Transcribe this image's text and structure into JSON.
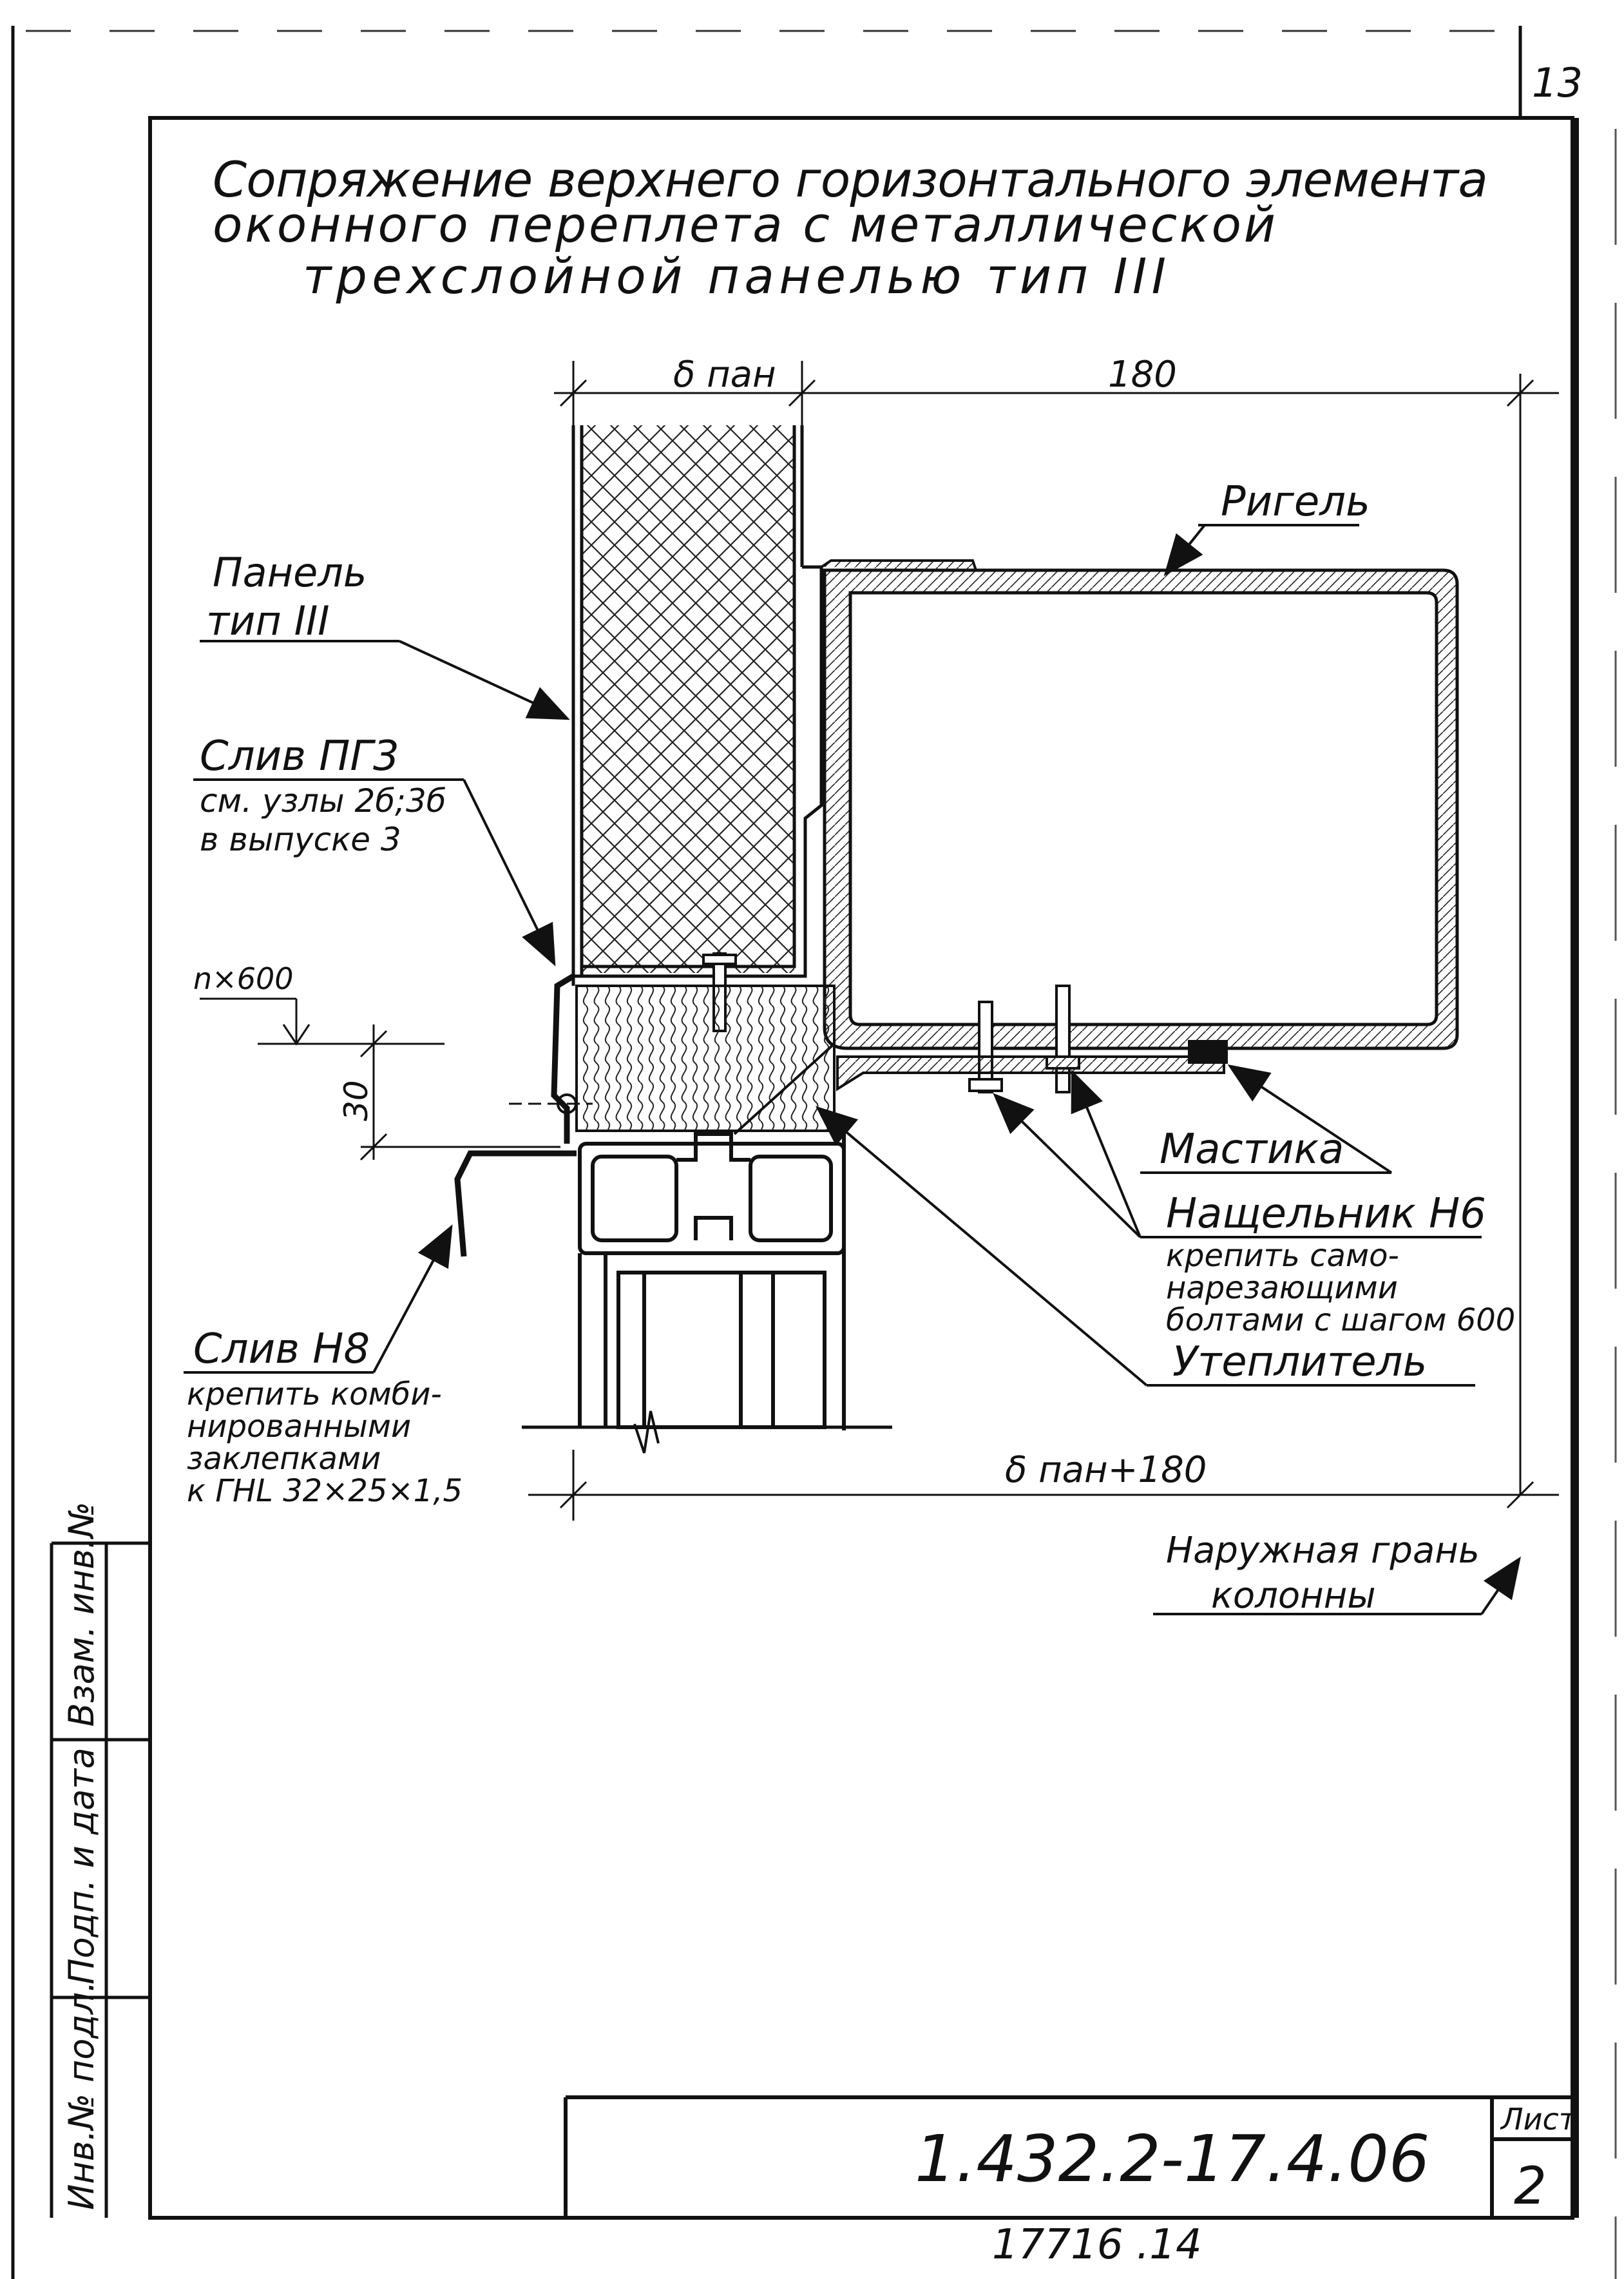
{
  "page": {
    "number": "13"
  },
  "title": {
    "line1": "Сопряжение верхнего горизонтального элемента",
    "line2": "оконного переплета с металлической",
    "line3": "трехслойной панелью тип III"
  },
  "dimensions": {
    "d_pan": "δ пан",
    "d_180": "180",
    "d_total": "δ пан+180",
    "d_30": "30",
    "n600": "n×600"
  },
  "labels": {
    "rigel": "Ригель",
    "panel_l1": "Панель",
    "panel_l2": "тип III",
    "sliv_pg3": "Слив ПГ3",
    "sliv_pg3_note1": "см. узлы 2б;3б",
    "sliv_pg3_note2": "в выпуске 3",
    "mastika": "Мастика",
    "nashchelnik": "Нащельник Н6",
    "nashchelnik_note1": "крепить само-",
    "nashchelnik_note2": "нарезающими",
    "nashchelnik_note3": "болтами с шагом 600",
    "uteplitel": "Утеплитель",
    "sliv_h8": "Слив Н8",
    "sliv_h8_note1": "крепить комби-",
    "sliv_h8_note2": "нированными",
    "sliv_h8_note3": "заклепками",
    "sliv_h8_note4": "к ГНL 32×25×1,5",
    "column_face1": "Наружная грань",
    "column_face2": "колонны"
  },
  "side_stamp": {
    "inv_podl": "Инв.№ подл.",
    "podp_data": "Подп. и дата",
    "vzam_inv": "Взам. инв.№"
  },
  "title_block": {
    "code": "1.432.2-17.4.06",
    "list_label": "Лист",
    "list_number": "2"
  },
  "footer": {
    "stamp": "17716 .14"
  }
}
